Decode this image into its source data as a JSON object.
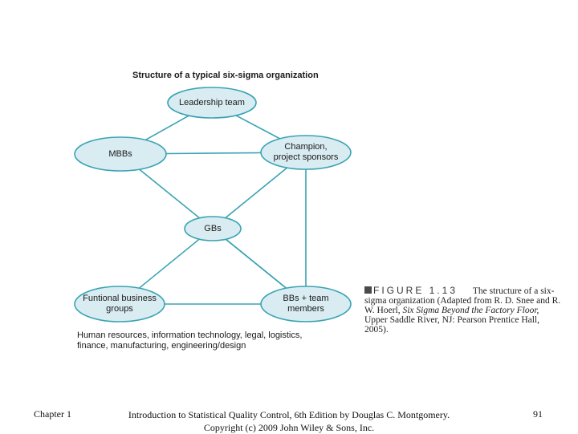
{
  "diagram": {
    "title": "Structure of a typical six-sigma organization",
    "nodes": [
      {
        "id": "leadership",
        "label": "Leadership team"
      },
      {
        "id": "mbbs",
        "label": "MBBs"
      },
      {
        "id": "champion",
        "label": "Champion,\nproject sponsors"
      },
      {
        "id": "gbs",
        "label": "GBs"
      },
      {
        "id": "functional",
        "label": "Funtional business\ngroups"
      },
      {
        "id": "bbs",
        "label": "BBs + team\nmembers"
      }
    ],
    "edges": [
      [
        "leadership",
        "mbbs"
      ],
      [
        "leadership",
        "champion"
      ],
      [
        "mbbs",
        "champion"
      ],
      [
        "mbbs",
        "bbs"
      ],
      [
        "champion",
        "functional"
      ],
      [
        "champion",
        "bbs"
      ],
      [
        "functional",
        "bbs"
      ],
      [
        "gbs",
        "bbs"
      ]
    ],
    "footnote": "Human resources, information technology, legal, logistics, finance, manufacturing, engineering/design",
    "colors": {
      "node_fill": "#d9ecf2",
      "node_stroke": "#3aa3b3",
      "edge": "#3aa3b3"
    }
  },
  "caption": {
    "figure_label": "FIGURE 1.13",
    "title": "The structure of a six-sigma organization",
    "source_part1": "(Adapted from R. D. Snee and R. W. Hoerl,",
    "source_italic": "Six Sigma Beyond the Factory Floor,",
    "source_part2": "Upper Saddle River, NJ: Pearson Prentice Hall, 2005)."
  },
  "footer": {
    "left": "Chapter 1",
    "center_line1": "Introduction to Statistical Quality Control, 6th Edition by Douglas C. Montgomery.",
    "center_line2": "Copyright (c) 2009 John Wiley & Sons, Inc.",
    "page_number": "91"
  }
}
